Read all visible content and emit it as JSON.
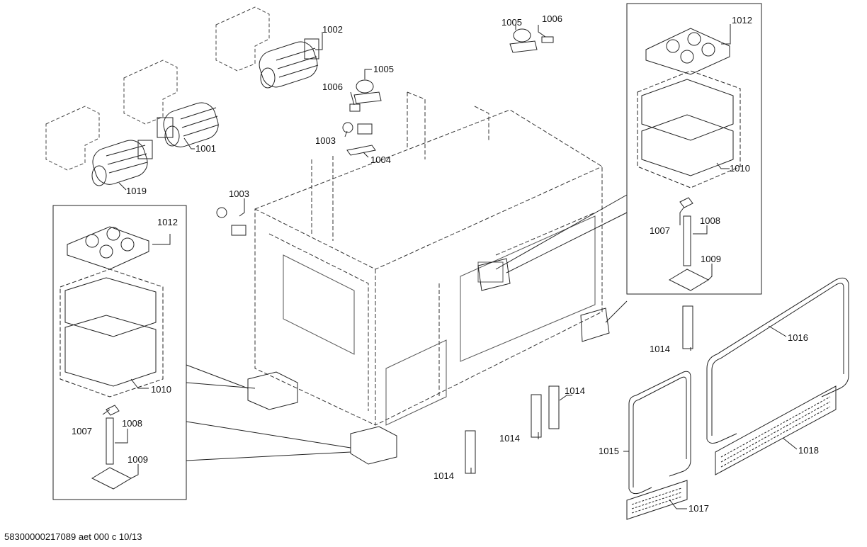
{
  "footer": "58300000217089 aet 000 c 10/13",
  "parts": {
    "p1001": "1001",
    "p1002": "1002",
    "p1003a": "1003",
    "p1003b": "1003",
    "p1004": "1004",
    "p1005a": "1005",
    "p1005b": "1005",
    "p1006a": "1006",
    "p1006b": "1006",
    "p1007a": "1007",
    "p1007b": "1007",
    "p1008a": "1008",
    "p1008b": "1008",
    "p1009a": "1009",
    "p1009b": "1009",
    "p1010a": "1010",
    "p1010b": "1010",
    "p1012a": "1012",
    "p1012b": "1012",
    "p1014a": "1014",
    "p1014b": "1014",
    "p1014c": "1014",
    "p1014d": "1014",
    "p1015": "1015",
    "p1016": "1016",
    "p1017": "1017",
    "p1018": "1018",
    "p1019": "1019"
  }
}
